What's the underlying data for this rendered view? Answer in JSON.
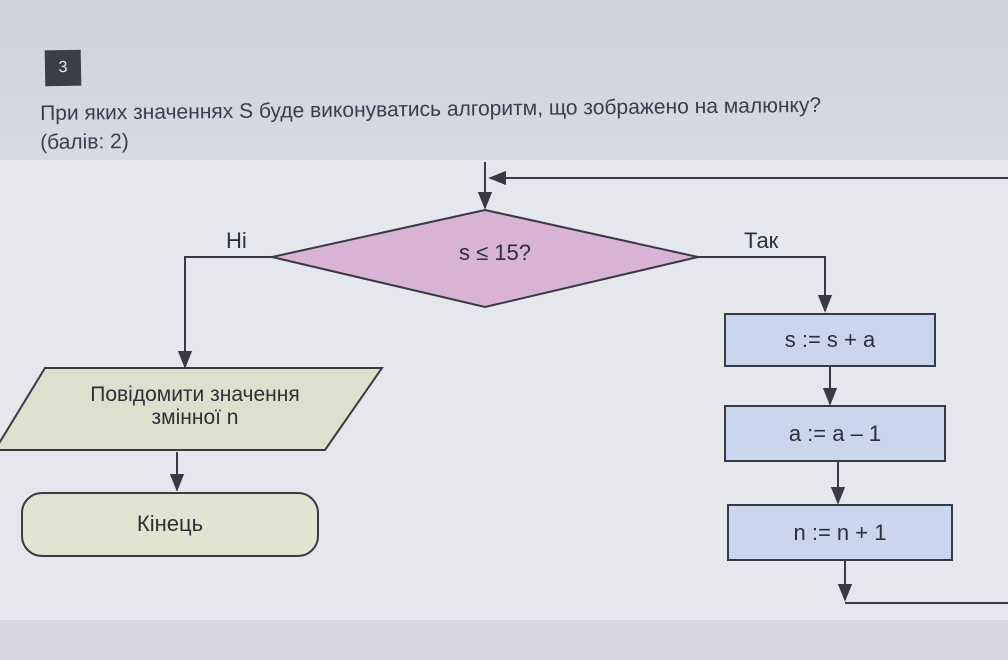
{
  "question": {
    "number": "3",
    "text": "При яких значеннях S буде виконуватись алгоритм, що зображено на малюнку?",
    "points": "(балів: 2)"
  },
  "flowchart": {
    "condition": "s ≤ 15?",
    "branch_no_label": "Ні",
    "branch_yes_label": "Так",
    "output_line1": "Повідомити значення",
    "output_line2": "змінної n",
    "end_label": "Кінець",
    "step1": "s := s + a",
    "step2": "a := a – 1",
    "step3": "n := n + 1",
    "colors": {
      "decision_fill": "#d9b3d6",
      "process_fill": "#c9d6ee",
      "io_fill": "#dde0cc",
      "terminal_fill": "#e3e3d2",
      "line": "#3a3a44"
    }
  }
}
